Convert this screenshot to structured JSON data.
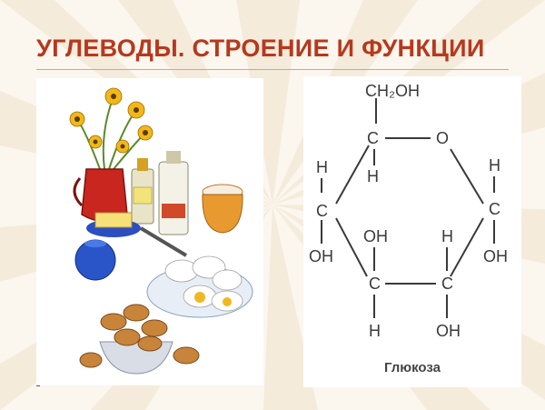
{
  "slide": {
    "title": "УГЛЕВОДЫ. СТРОЕНИЕ И ФУНКЦИИ",
    "accent_color": "#b6391d"
  },
  "illustration": {
    "icon": "food-table-illustration"
  },
  "glucose_diagram": {
    "caption": "Глюкоза",
    "group_top": "CH₂OH",
    "atom_c1": "C",
    "atom_o": "O",
    "h_c1": "H",
    "h_left": "H",
    "c_left": "C",
    "oh_left": "OH",
    "h_right": "H",
    "c_right": "C",
    "oh_right": "OH",
    "oh_lower_left": "OH",
    "h_lower_right": "H",
    "c_lower_left": "C",
    "c_lower_right": "C",
    "h_bottom_left": "H",
    "oh_bottom_right": "OH"
  }
}
